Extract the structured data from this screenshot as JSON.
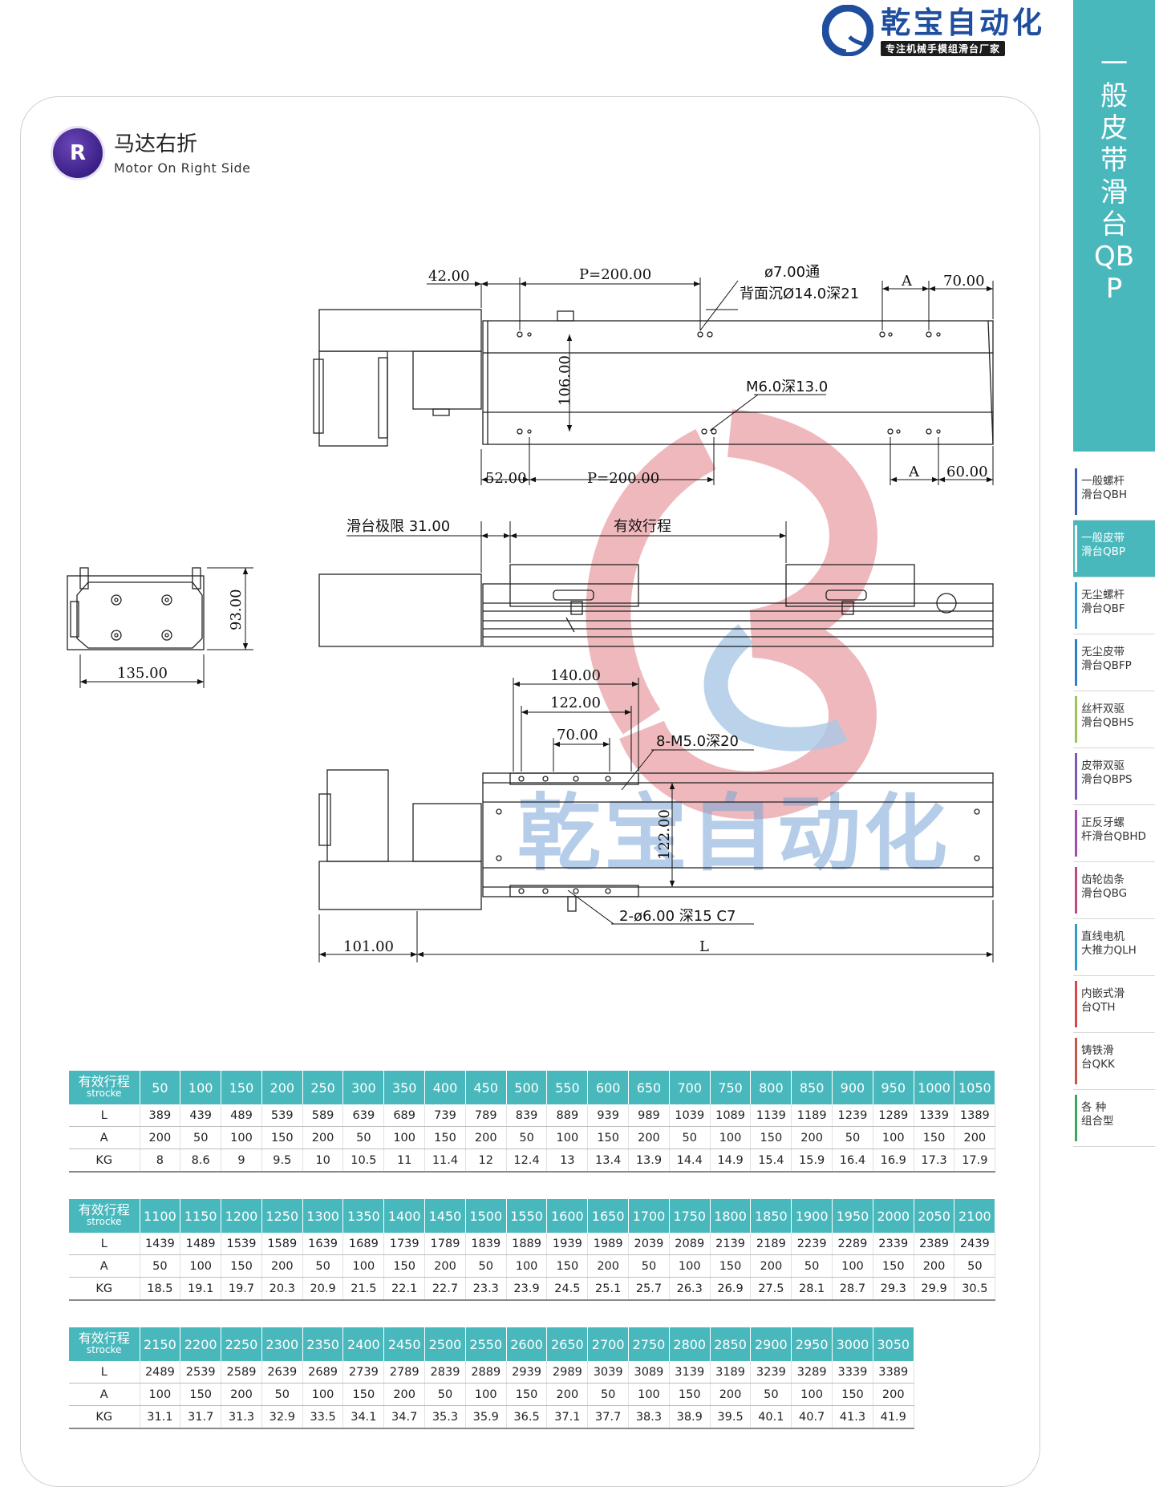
{
  "brand": {
    "name": "乾宝自动化",
    "slogan": "专注机械手模组滑台厂家",
    "color": "#1f4e9e"
  },
  "section": {
    "badge": "R",
    "title": "马达右折",
    "subtitle": "Motor On Right Side"
  },
  "sidebar": {
    "heading": "一般皮带滑台QBP",
    "accent": "#49b8bd",
    "items": [
      {
        "line1": "一般螺杆",
        "line2": "滑台QBH",
        "color": "#3f5fb0",
        "active": false
      },
      {
        "line1": "一般皮带",
        "line2": "滑台QBP",
        "color": "#49b8bd",
        "active": true
      },
      {
        "line1": "无尘螺杆",
        "line2": "滑台QBF",
        "color": "#3a9ad6",
        "active": false
      },
      {
        "line1": "无尘皮带",
        "line2": "滑台QBFP",
        "color": "#2f7fc8",
        "active": false
      },
      {
        "line1": "丝杆双驱",
        "line2": "滑台QBHS",
        "color": "#9bc35a",
        "active": false
      },
      {
        "line1": "皮带双驱",
        "line2": "滑台QBPS",
        "color": "#7d5ab5",
        "active": false
      },
      {
        "line1": "正反牙螺",
        "line2": "杆滑台QBHD",
        "color": "#a04fb0",
        "active": false
      },
      {
        "line1": "齿轮齿条",
        "line2": "滑台QBG",
        "color": "#c0497e",
        "active": false
      },
      {
        "line1": "直线电机",
        "line2": "大推力QLH",
        "color": "#2f9ec4",
        "active": false
      },
      {
        "line1": "内嵌式滑",
        "line2": "台QTH",
        "color": "#d24a4a",
        "active": false
      },
      {
        "line1": "铸铁滑",
        "line2": "台QKK",
        "color": "#c7574a",
        "active": false
      },
      {
        "line1": "各  种",
        "line2": "组合型",
        "color": "#3fa65a",
        "active": false
      }
    ]
  },
  "drawing": {
    "watermark": "乾宝自动化",
    "top_view": {
      "dim_42": "42.00",
      "dim_p_top": "P=200.00",
      "hole_note_1": "ø7.00通",
      "hole_note_2": "背面沉Ø14.0深21",
      "dim_a_top": "A",
      "dim_70": "70.00",
      "dim_106": "106.00",
      "tap_note": "M6.0深13.0",
      "dim_52": "52.00",
      "dim_p_bottom": "P=200.00",
      "dim_a_bottom": "A",
      "dim_60": "60.00"
    },
    "side_view": {
      "limit": "滑台极限 31.00",
      "stroke": "有效行程"
    },
    "end_view": {
      "height": "93.00",
      "width": "135.00"
    },
    "bottom_view": {
      "dim_140": "140.00",
      "dim_122": "122.00",
      "dim_70": "70.00",
      "tap_note": "8-M5.0深20",
      "dim_122_v": "122.00",
      "pin_note": "2-ø6.00 深15 C7",
      "dim_101": "101.00",
      "dim_l": "L"
    }
  },
  "tables": {
    "header_label": "有效行程",
    "header_sub": "strocke",
    "row_labels": [
      "L",
      "A",
      "KG"
    ],
    "groups": [
      {
        "strokes": [
          "50",
          "100",
          "150",
          "200",
          "250",
          "300",
          "350",
          "400",
          "450",
          "500",
          "550",
          "600",
          "650",
          "700",
          "750",
          "800",
          "850",
          "900",
          "950",
          "1000",
          "1050"
        ],
        "L": [
          "389",
          "439",
          "489",
          "539",
          "589",
          "639",
          "689",
          "739",
          "789",
          "839",
          "889",
          "939",
          "989",
          "1039",
          "1089",
          "1139",
          "1189",
          "1239",
          "1289",
          "1339",
          "1389"
        ],
        "A": [
          "200",
          "50",
          "100",
          "150",
          "200",
          "50",
          "100",
          "150",
          "200",
          "50",
          "100",
          "150",
          "200",
          "50",
          "100",
          "150",
          "200",
          "50",
          "100",
          "150",
          "200"
        ],
        "KG": [
          "8",
          "8.6",
          "9",
          "9.5",
          "10",
          "10.5",
          "11",
          "11.4",
          "12",
          "12.4",
          "13",
          "13.4",
          "13.9",
          "14.4",
          "14.9",
          "15.4",
          "15.9",
          "16.4",
          "16.9",
          "17.3",
          "17.9"
        ]
      },
      {
        "strokes": [
          "1100",
          "1150",
          "1200",
          "1250",
          "1300",
          "1350",
          "1400",
          "1450",
          "1500",
          "1550",
          "1600",
          "1650",
          "1700",
          "1750",
          "1800",
          "1850",
          "1900",
          "1950",
          "2000",
          "2050",
          "2100"
        ],
        "L": [
          "1439",
          "1489",
          "1539",
          "1589",
          "1639",
          "1689",
          "1739",
          "1789",
          "1839",
          "1889",
          "1939",
          "1989",
          "2039",
          "2089",
          "2139",
          "2189",
          "2239",
          "2289",
          "2339",
          "2389",
          "2439"
        ],
        "A": [
          "50",
          "100",
          "150",
          "200",
          "50",
          "100",
          "150",
          "200",
          "50",
          "100",
          "150",
          "200",
          "50",
          "100",
          "150",
          "200",
          "50",
          "100",
          "150",
          "200",
          "50"
        ],
        "KG": [
          "18.5",
          "19.1",
          "19.7",
          "20.3",
          "20.9",
          "21.5",
          "22.1",
          "22.7",
          "23.3",
          "23.9",
          "24.5",
          "25.1",
          "25.7",
          "26.3",
          "26.9",
          "27.5",
          "28.1",
          "28.7",
          "29.3",
          "29.9",
          "30.5"
        ]
      },
      {
        "strokes": [
          "2150",
          "2200",
          "2250",
          "2300",
          "2350",
          "2400",
          "2450",
          "2500",
          "2550",
          "2600",
          "2650",
          "2700",
          "2750",
          "2800",
          "2850",
          "2900",
          "2950",
          "3000",
          "3050"
        ],
        "L": [
          "2489",
          "2539",
          "2589",
          "2639",
          "2689",
          "2739",
          "2789",
          "2839",
          "2889",
          "2939",
          "2989",
          "3039",
          "3089",
          "3139",
          "3189",
          "3239",
          "3289",
          "3339",
          "3389"
        ],
        "A": [
          "100",
          "150",
          "200",
          "50",
          "100",
          "150",
          "200",
          "50",
          "100",
          "150",
          "200",
          "50",
          "100",
          "150",
          "200",
          "50",
          "100",
          "150",
          "200"
        ],
        "KG": [
          "31.1",
          "31.7",
          "31.3",
          "32.9",
          "33.5",
          "34.1",
          "34.7",
          "35.3",
          "35.9",
          "36.5",
          "37.1",
          "37.7",
          "38.3",
          "38.9",
          "39.5",
          "40.1",
          "40.7",
          "41.3",
          "41.9"
        ]
      }
    ]
  }
}
